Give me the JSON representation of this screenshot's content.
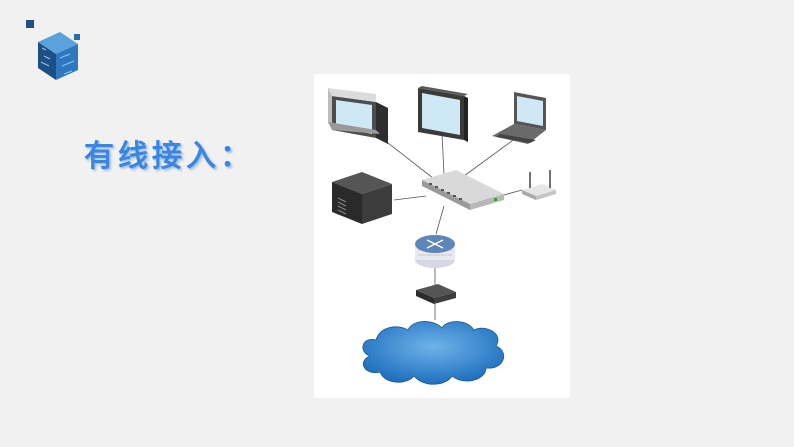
{
  "slide": {
    "title": "有线接入：",
    "accent_color": "#3a86e0",
    "background_color": "#f1f1f1"
  },
  "diagram": {
    "type": "network-topology",
    "nodes": [
      {
        "id": "monitor-crt",
        "icon": "crt-monitor-icon"
      },
      {
        "id": "monitor-flat",
        "icon": "flat-monitor-icon"
      },
      {
        "id": "laptop",
        "icon": "laptop-icon"
      },
      {
        "id": "server",
        "icon": "server-icon"
      },
      {
        "id": "switch",
        "icon": "switch-icon"
      },
      {
        "id": "wireless-ap",
        "icon": "wireless-access-point-icon"
      },
      {
        "id": "router",
        "icon": "router-icon"
      },
      {
        "id": "modem",
        "icon": "modem-icon"
      },
      {
        "id": "cloud",
        "icon": "cloud-icon"
      }
    ],
    "edges": [
      [
        "monitor-crt",
        "switch"
      ],
      [
        "monitor-flat",
        "switch"
      ],
      [
        "laptop",
        "switch"
      ],
      [
        "server",
        "switch"
      ],
      [
        "wireless-ap",
        "switch"
      ],
      [
        "switch",
        "router"
      ],
      [
        "router",
        "modem"
      ],
      [
        "modem",
        "cloud"
      ]
    ]
  }
}
